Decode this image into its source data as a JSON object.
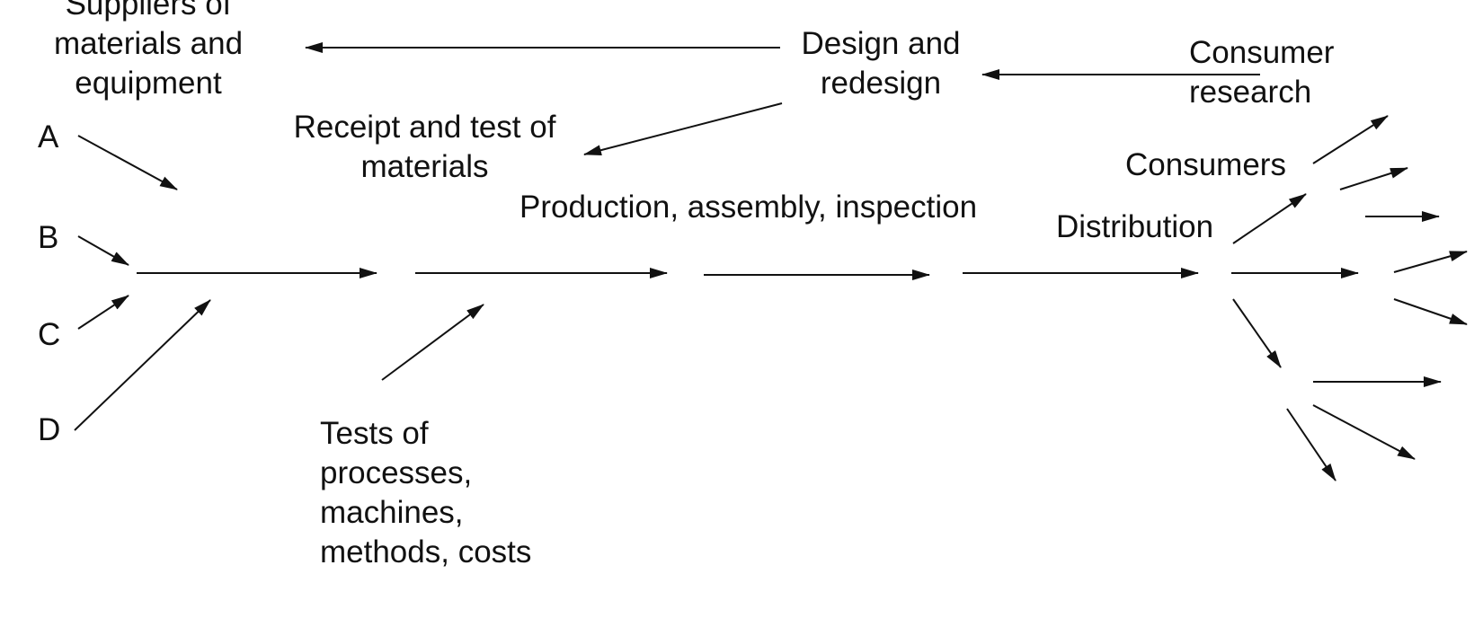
{
  "colors": {
    "ink": "#111111",
    "background": "#ffffff"
  },
  "labels": {
    "suppliers": [
      "Suppliers of",
      "materials and",
      "equipment"
    ],
    "design": [
      "Design and",
      "redesign"
    ],
    "consumer_research": [
      "Consumer",
      "research"
    ],
    "receipt": [
      "Receipt and test of",
      "materials"
    ],
    "production": "Production, assembly, inspection",
    "consumers": "Consumers",
    "distribution": "Distribution",
    "tests": [
      "Tests of",
      "processes,",
      "machines,",
      "methods, costs"
    ],
    "supplier_a": "A",
    "supplier_b": "B",
    "supplier_c": "C",
    "supplier_d": "D"
  }
}
